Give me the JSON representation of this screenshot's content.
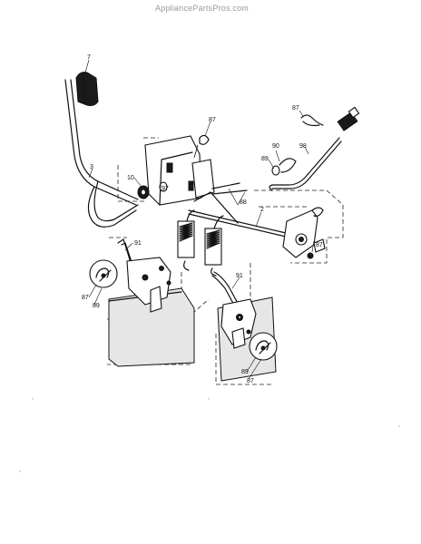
{
  "watermark": "AppliancePartsPros.com",
  "callouts": {
    "c7": "7",
    "c3": "3",
    "c87_top": "87",
    "c10": "10",
    "c97": "97",
    "c88": "88",
    "c2": "2",
    "c87_rod": "87",
    "c90": "90",
    "c89_right": "89",
    "c98": "98",
    "c87_right": "87",
    "c91_left": "91",
    "c87_left": "87",
    "c89_left": "89",
    "c91_right": "91",
    "c89_bottom": "89",
    "c87_bottom": "87"
  }
}
